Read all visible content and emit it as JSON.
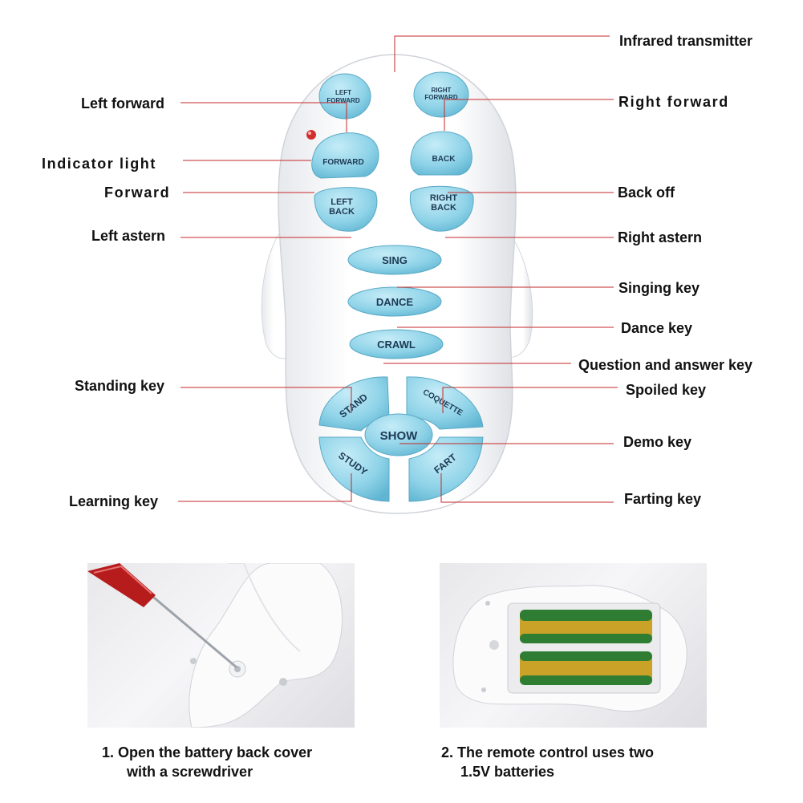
{
  "labels": {
    "infrared_transmitter": "Infrared transmitter",
    "left_forward": "Left forward",
    "right_forward": "Right forward",
    "indicator_light": "Indicator light",
    "forward": "Forward",
    "back_off": "Back off",
    "left_astern": "Left astern",
    "right_astern": "Right astern",
    "singing_key": "Singing key",
    "dance_key": "Dance key",
    "question_answer_key": "Question and answer key",
    "standing_key": "Standing key",
    "spoiled_key": "Spoiled key",
    "demo_key": "Demo key",
    "learning_key": "Learning key",
    "farting_key": "Farting key"
  },
  "buttons": {
    "left_forward": [
      "LEFT",
      "FORWARD"
    ],
    "right_forward": [
      "RIGHT",
      "FORWARD"
    ],
    "forward": "FORWARD",
    "back": "BACK",
    "left_back": [
      "LEFT",
      "BACK"
    ],
    "right_back": [
      "RIGHT",
      "BACK"
    ],
    "sing": "SING",
    "dance": "DANCE",
    "crawl": "CRAWL",
    "stand": "STAND",
    "coquette": "COQUETTE",
    "show": "SHOW",
    "study": "STUDY",
    "fart": "FART"
  },
  "captions": {
    "step1_line1": "1. Open the battery back cover",
    "step1_line2": "with a screwdriver",
    "step2_line1": "2. The remote control uses two",
    "step2_line2": "1.5V batteries"
  },
  "colors": {
    "button": "#8fd3e8",
    "leader_line": "#c62828",
    "indicator": "#d32f2f",
    "screwdriver": "#b71c1c",
    "battery": "#c9a227"
  }
}
